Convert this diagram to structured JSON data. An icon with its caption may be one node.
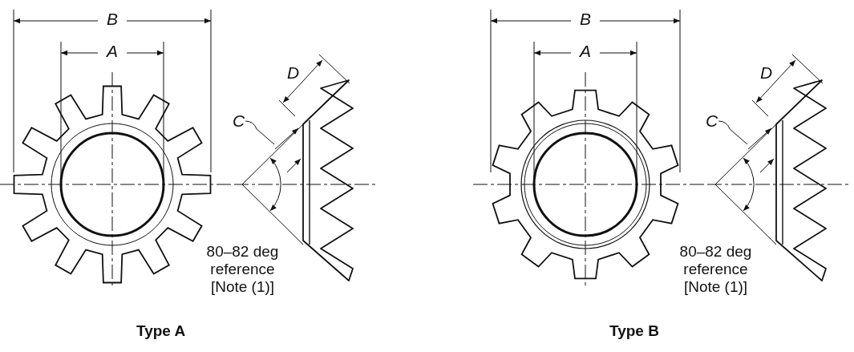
{
  "diagram": {
    "nodes": [
      {
        "text": [
          "C"
        ]
      },
      {
        "text": [
          "C"
        ]
      }
    ],
    "edges": [
      {
        "from": 0,
        "to": null,
        "arrow": "none"
      },
      {
        "from": 1,
        "to": null,
        "arrow": "none"
      }
    ],
    "labels": [
      "B",
      "A",
      "D",
      "80–82 deg reference [Note (1)]",
      "Type A",
      "B",
      "A",
      "D",
      "80–82 deg reference [Note (1)]",
      "Type B"
    ]
  }
}
